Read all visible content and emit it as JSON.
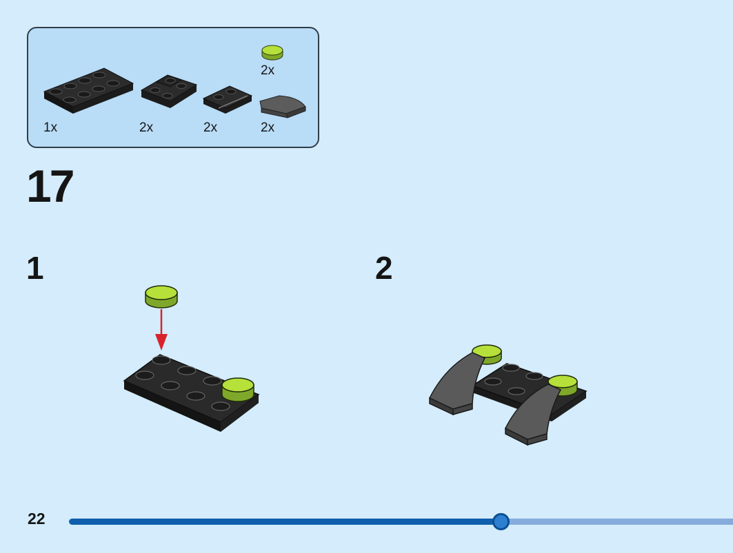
{
  "parts_list": {
    "items": [
      {
        "part": "black-plate-2x4",
        "qty": "1x"
      },
      {
        "part": "black-wing-plate",
        "qty": "2x"
      },
      {
        "part": "black-slope-plate",
        "qty": "2x"
      },
      {
        "part": "lime-round-tile-1x1",
        "qty": "2x"
      },
      {
        "part": "dark-gray-curved-slope",
        "qty": "2x"
      }
    ]
  },
  "step": {
    "number": "17"
  },
  "sub_steps": [
    {
      "number": "1"
    },
    {
      "number": "2"
    }
  ],
  "footer": {
    "page_number": "22",
    "progress_percent": 65
  },
  "colors": {
    "background": "#d4ecfb",
    "parts_box": "#b9dcf7",
    "lime": "#b6e03a",
    "black_brick": "#2a2a2a",
    "dark_gray": "#5a5a5a",
    "arrow": "#d8232a",
    "progress_fill": "#0f5fad",
    "progress_track": "#86abdd"
  }
}
